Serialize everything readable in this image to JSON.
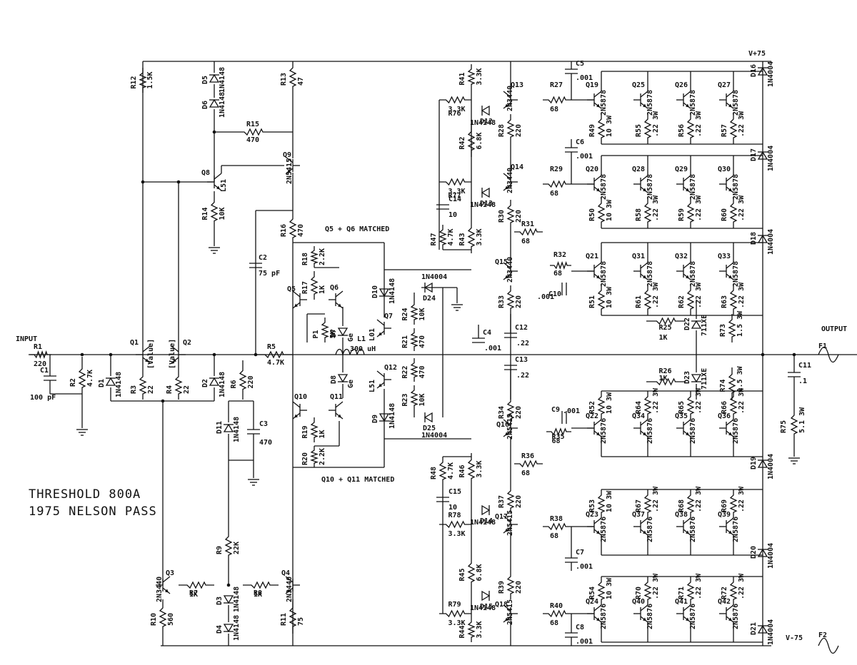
{
  "title": {
    "line1": "THRESHOLD 800A",
    "line2": "1975  NELSON PASS"
  },
  "terminals": {
    "input": "INPUT",
    "output": "OUTPUT",
    "vplus": "V+75",
    "vminus": "V-75",
    "f1": "F1",
    "f2": "F2"
  },
  "notes": {
    "q5q6": "Q5 + Q6 MATCHED",
    "q10q11": "Q10 + Q11 MATCHED"
  },
  "resistors": [
    {
      "ref": "R1",
      "val": "220"
    },
    {
      "ref": "R2",
      "val": "4.7K"
    },
    {
      "ref": "R3",
      "val": "22"
    },
    {
      "ref": "R4",
      "val": "22"
    },
    {
      "ref": "R5",
      "val": "4.7K"
    },
    {
      "ref": "R6",
      "val": "220"
    },
    {
      "ref": "R7",
      "val": "1K"
    },
    {
      "ref": "R8",
      "val": "1K"
    },
    {
      "ref": "R9",
      "val": "22K"
    },
    {
      "ref": "R10",
      "val": "560"
    },
    {
      "ref": "R11",
      "val": "75"
    },
    {
      "ref": "R12",
      "val": "1.5K"
    },
    {
      "ref": "R13",
      "val": "47"
    },
    {
      "ref": "R14",
      "val": "10K"
    },
    {
      "ref": "R15",
      "val": "470"
    },
    {
      "ref": "R16",
      "val": "470"
    },
    {
      "ref": "R17",
      "val": "1K"
    },
    {
      "ref": "R18",
      "val": "2.2K"
    },
    {
      "ref": "R19",
      "val": "1K"
    },
    {
      "ref": "R20",
      "val": "2.2K"
    },
    {
      "ref": "R21",
      "val": "470"
    },
    {
      "ref": "R22",
      "val": "470"
    },
    {
      "ref": "R23",
      "val": "10K"
    },
    {
      "ref": "R24",
      "val": "10K"
    },
    {
      "ref": "R25",
      "val": "1K"
    },
    {
      "ref": "R26",
      "val": "1K"
    },
    {
      "ref": "R27",
      "val": "68"
    },
    {
      "ref": "R28",
      "val": "220"
    },
    {
      "ref": "R29",
      "val": "68"
    },
    {
      "ref": "R30",
      "val": "220"
    },
    {
      "ref": "R31",
      "val": "68"
    },
    {
      "ref": "R32",
      "val": "68"
    },
    {
      "ref": "R33",
      "val": "220"
    },
    {
      "ref": "R34",
      "val": "220"
    },
    {
      "ref": "R35",
      "val": "68"
    },
    {
      "ref": "R36",
      "val": "68"
    },
    {
      "ref": "R37",
      "val": "220"
    },
    {
      "ref": "R38",
      "val": "68"
    },
    {
      "ref": "R39",
      "val": "220"
    },
    {
      "ref": "R40",
      "val": "68"
    },
    {
      "ref": "R41",
      "val": "3.3K"
    },
    {
      "ref": "R42",
      "val": "6.8K"
    },
    {
      "ref": "R43",
      "val": "3.3K"
    },
    {
      "ref": "R44",
      "val": "3.3K"
    },
    {
      "ref": "R45",
      "val": "6.8K"
    },
    {
      "ref": "R46",
      "val": "3.3K"
    },
    {
      "ref": "R47",
      "val": "4.7K"
    },
    {
      "ref": "R48",
      "val": "4.7K"
    },
    {
      "ref": "R49",
      "val": "10 3W"
    },
    {
      "ref": "R50",
      "val": "10 3W"
    },
    {
      "ref": "R51",
      "val": "10 3W"
    },
    {
      "ref": "R52",
      "val": "10 3W"
    },
    {
      "ref": "R53",
      "val": "10 3W"
    },
    {
      "ref": "R54",
      "val": "10 3W"
    },
    {
      "ref": "R55",
      "val": ".22 3W"
    },
    {
      "ref": "R56",
      "val": ".22 3W"
    },
    {
      "ref": "R57",
      "val": ".22 3W"
    },
    {
      "ref": "R58",
      "val": ".22 3W"
    },
    {
      "ref": "R59",
      "val": ".22 3W"
    },
    {
      "ref": "R60",
      "val": ".22 3W"
    },
    {
      "ref": "R61",
      "val": ".22 3W"
    },
    {
      "ref": "R62",
      "val": ".22 3W"
    },
    {
      "ref": "R63",
      "val": ".22 3W"
    },
    {
      "ref": "R64",
      "val": ".22 3W"
    },
    {
      "ref": "R65",
      "val": ".22 3W"
    },
    {
      "ref": "R66",
      "val": ".22 3W"
    },
    {
      "ref": "R67",
      "val": ".22 3W"
    },
    {
      "ref": "R68",
      "val": ".22 3W"
    },
    {
      "ref": "R69",
      "val": ".22 3W"
    },
    {
      "ref": "R70",
      "val": ".22 3W"
    },
    {
      "ref": "R71",
      "val": ".22 3W"
    },
    {
      "ref": "R72",
      "val": ".22 3W"
    },
    {
      "ref": "R73",
      "val": "1.5 3W"
    },
    {
      "ref": "R74",
      "val": "1.5 3W"
    },
    {
      "ref": "R75",
      "val": "5.1 3W"
    },
    {
      "ref": "R76",
      "val": "3.3K"
    },
    {
      "ref": "R77",
      "val": "3.3K"
    },
    {
      "ref": "R78",
      "val": "3.3K"
    },
    {
      "ref": "R79",
      "val": "3.3K"
    }
  ],
  "capacitors": [
    {
      "ref": "C1",
      "val": "100 pF"
    },
    {
      "ref": "C2",
      "val": "75 pF"
    },
    {
      "ref": "C3",
      "val": "470"
    },
    {
      "ref": "C4",
      "val": ".001"
    },
    {
      "ref": "C5",
      "val": ".001"
    },
    {
      "ref": "C6",
      "val": ".001"
    },
    {
      "ref": "C7",
      "val": ".001"
    },
    {
      "ref": "C8",
      "val": ".001"
    },
    {
      "ref": "C9",
      "val": ".001"
    },
    {
      "ref": "C10",
      "val": ".001"
    },
    {
      "ref": "C11",
      "val": ".1"
    },
    {
      "ref": "C12",
      "val": ".22"
    },
    {
      "ref": "C13",
      "val": ".22"
    },
    {
      "ref": "C14",
      "val": "10"
    },
    {
      "ref": "C15",
      "val": "10"
    }
  ],
  "diodes": [
    {
      "ref": "D1",
      "val": "1N4148"
    },
    {
      "ref": "D2",
      "val": "1N4148"
    },
    {
      "ref": "D3",
      "val": "1N4148"
    },
    {
      "ref": "D4",
      "val": "1N4148"
    },
    {
      "ref": "D5",
      "val": "1N4148"
    },
    {
      "ref": "D6",
      "val": "1N4148"
    },
    {
      "ref": "D7",
      "val": "Ge"
    },
    {
      "ref": "D8",
      "val": "Ge"
    },
    {
      "ref": "D9",
      "val": "1N4148"
    },
    {
      "ref": "D10",
      "val": "1N4148"
    },
    {
      "ref": "D11",
      "val": "1N4148"
    },
    {
      "ref": "D12",
      "val": "1N4148"
    },
    {
      "ref": "D13",
      "val": "1N4148"
    },
    {
      "ref": "D14",
      "val": "1N4148"
    },
    {
      "ref": "D15",
      "val": "1N4148"
    },
    {
      "ref": "D16",
      "val": "1N4004"
    },
    {
      "ref": "D17",
      "val": "1N4004"
    },
    {
      "ref": "D18",
      "val": "1N4004"
    },
    {
      "ref": "D19",
      "val": "1N4004"
    },
    {
      "ref": "D20",
      "val": "1N4004"
    },
    {
      "ref": "D21",
      "val": "1N4004"
    },
    {
      "ref": "D22",
      "val": "711XE"
    },
    {
      "ref": "D23",
      "val": "711XE"
    },
    {
      "ref": "D24",
      "val": "1N4004"
    },
    {
      "ref": "D25",
      "val": "1N4004"
    }
  ],
  "transistors": [
    {
      "ref": "Q1",
      "val": "[Value]"
    },
    {
      "ref": "Q2",
      "val": "[Value]"
    },
    {
      "ref": "Q3",
      "val": "2N3440"
    },
    {
      "ref": "Q4",
      "val": "2N3440"
    },
    {
      "ref": "Q5",
      "val": ""
    },
    {
      "ref": "Q6",
      "val": ""
    },
    {
      "ref": "Q7",
      "val": "L01"
    },
    {
      "ref": "Q8",
      "val": "L51"
    },
    {
      "ref": "Q9",
      "val": "2N5415"
    },
    {
      "ref": "Q10",
      "val": ""
    },
    {
      "ref": "Q11",
      "val": ""
    },
    {
      "ref": "Q12",
      "val": "L51"
    },
    {
      "ref": "Q13",
      "val": "2N3440"
    },
    {
      "ref": "Q14",
      "val": "2N3440"
    },
    {
      "ref": "Q15",
      "val": "2N3440"
    },
    {
      "ref": "Q16",
      "val": "2N5415"
    },
    {
      "ref": "Q17",
      "val": "2N5415"
    },
    {
      "ref": "Q18",
      "val": "2N5415"
    },
    {
      "ref": "Q19",
      "val": "2N5878"
    },
    {
      "ref": "Q20",
      "val": "2N5878"
    },
    {
      "ref": "Q21",
      "val": "2N5878"
    },
    {
      "ref": "Q22",
      "val": "2N5876"
    },
    {
      "ref": "Q23",
      "val": "2N5876"
    },
    {
      "ref": "Q24",
      "val": "2N5876"
    },
    {
      "ref": "Q25",
      "val": "2N5878"
    },
    {
      "ref": "Q26",
      "val": "2N5878"
    },
    {
      "ref": "Q27",
      "val": "2N5878"
    },
    {
      "ref": "Q28",
      "val": "2N5878"
    },
    {
      "ref": "Q29",
      "val": "2N5878"
    },
    {
      "ref": "Q30",
      "val": "2N5878"
    },
    {
      "ref": "Q31",
      "val": "2N5878"
    },
    {
      "ref": "Q32",
      "val": "2N5878"
    },
    {
      "ref": "Q33",
      "val": "2N5878"
    },
    {
      "ref": "Q34",
      "val": "2N5876"
    },
    {
      "ref": "Q35",
      "val": "2N5876"
    },
    {
      "ref": "Q36",
      "val": "2N5876"
    },
    {
      "ref": "Q37",
      "val": "2N5876"
    },
    {
      "ref": "Q38",
      "val": "2N5876"
    },
    {
      "ref": "Q39",
      "val": "2N5876"
    },
    {
      "ref": "Q40",
      "val": "2N5876"
    },
    {
      "ref": "Q41",
      "val": "2N5876"
    },
    {
      "ref": "Q42",
      "val": "2N5876"
    }
  ],
  "others": [
    {
      "ref": "L1",
      "val": "300 uH"
    },
    {
      "ref": "P1",
      "val": "5K"
    }
  ]
}
